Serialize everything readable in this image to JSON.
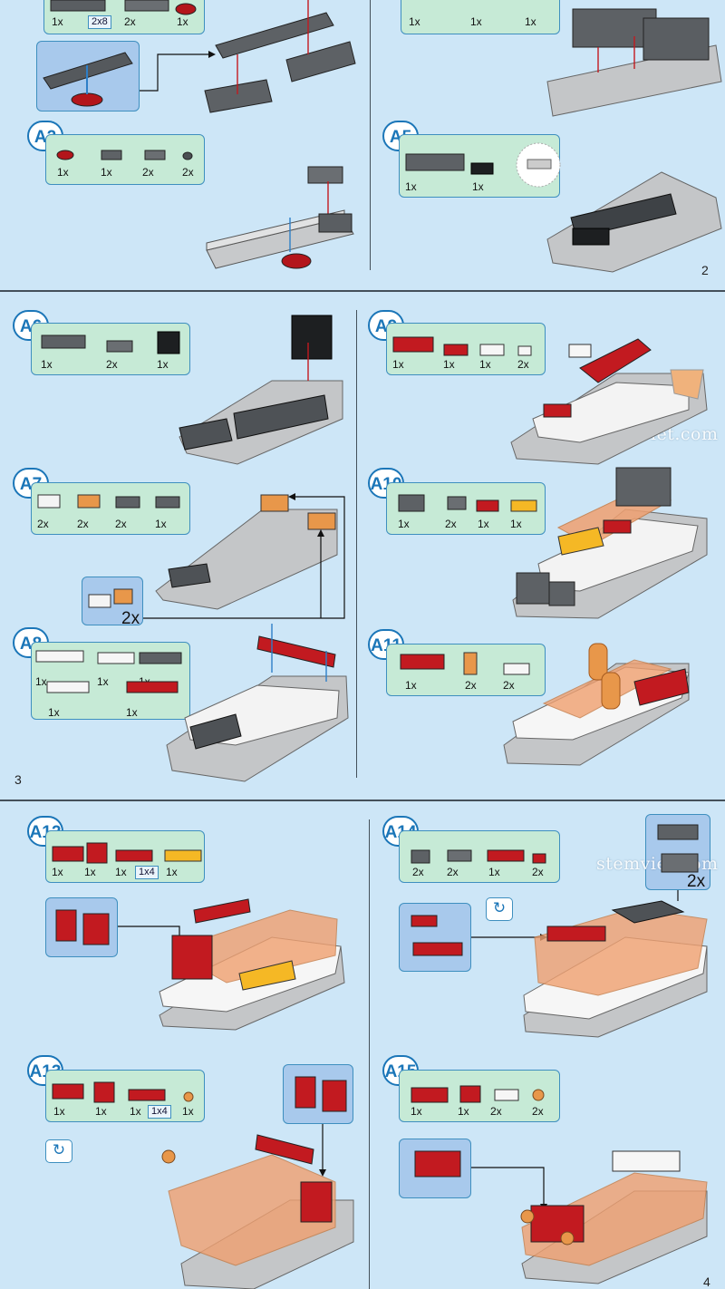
{
  "colors": {
    "background": "#cde6f7",
    "step_border": "#1b76b8",
    "parts_box": "#c6ead6",
    "subassembly_box": "#a8c9ec"
  },
  "watermark": "stemviet.com",
  "pages": [
    {
      "number": "2",
      "steps": [
        {
          "label": "",
          "parts": [
            {
              "qty": "1x",
              "tag": "2x8"
            },
            {
              "qty": "2x"
            },
            {
              "qty": "1x"
            }
          ]
        },
        {
          "label": "A2",
          "parts": [
            {
              "qty": "1x"
            },
            {
              "qty": "1x"
            },
            {
              "qty": "2x"
            },
            {
              "qty": "2x"
            }
          ]
        },
        {
          "label": "",
          "parts": [
            {
              "qty": "1x"
            },
            {
              "qty": "1x"
            },
            {
              "qty": "1x"
            }
          ]
        },
        {
          "label": "A5",
          "parts": [
            {
              "qty": "1x"
            },
            {
              "qty": "1x"
            }
          ]
        }
      ]
    },
    {
      "number": "3",
      "steps": [
        {
          "label": "A6",
          "parts": [
            {
              "qty": "1x"
            },
            {
              "qty": "2x"
            },
            {
              "qty": "1x"
            }
          ]
        },
        {
          "label": "A7",
          "parts": [
            {
              "qty": "2x"
            },
            {
              "qty": "2x"
            },
            {
              "qty": "2x"
            },
            {
              "qty": "1x"
            }
          ],
          "subassembly_multiplier": "2x"
        },
        {
          "label": "A8",
          "parts": [
            {
              "qty": "1x"
            },
            {
              "qty": "1x"
            },
            {
              "qty": "1x"
            },
            {
              "qty": "1x"
            },
            {
              "qty": "1x"
            }
          ]
        },
        {
          "label": "A9",
          "parts": [
            {
              "qty": "1x"
            },
            {
              "qty": "1x"
            },
            {
              "qty": "1x"
            },
            {
              "qty": "2x"
            }
          ]
        },
        {
          "label": "A10",
          "parts": [
            {
              "qty": "1x"
            },
            {
              "qty": "2x"
            },
            {
              "qty": "1x"
            },
            {
              "qty": "1x"
            }
          ]
        },
        {
          "label": "A11",
          "parts": [
            {
              "qty": "1x"
            },
            {
              "qty": "2x"
            },
            {
              "qty": "2x"
            }
          ]
        }
      ]
    },
    {
      "number": "4",
      "steps": [
        {
          "label": "A12",
          "parts": [
            {
              "qty": "1x"
            },
            {
              "qty": "1x"
            },
            {
              "qty": "1x",
              "tag": "1x4"
            },
            {
              "qty": "1x"
            }
          ]
        },
        {
          "label": "A13",
          "parts": [
            {
              "qty": "1x"
            },
            {
              "qty": "1x"
            },
            {
              "qty": "1x",
              "tag": "1x4"
            },
            {
              "qty": "1x"
            }
          ]
        },
        {
          "label": "A14",
          "parts": [
            {
              "qty": "2x"
            },
            {
              "qty": "2x"
            },
            {
              "qty": "1x"
            },
            {
              "qty": "2x"
            }
          ],
          "subassembly_multiplier": "2x"
        },
        {
          "label": "A15",
          "parts": [
            {
              "qty": "1x"
            },
            {
              "qty": "1x"
            },
            {
              "qty": "2x"
            },
            {
              "qty": "2x"
            }
          ]
        }
      ]
    }
  ]
}
